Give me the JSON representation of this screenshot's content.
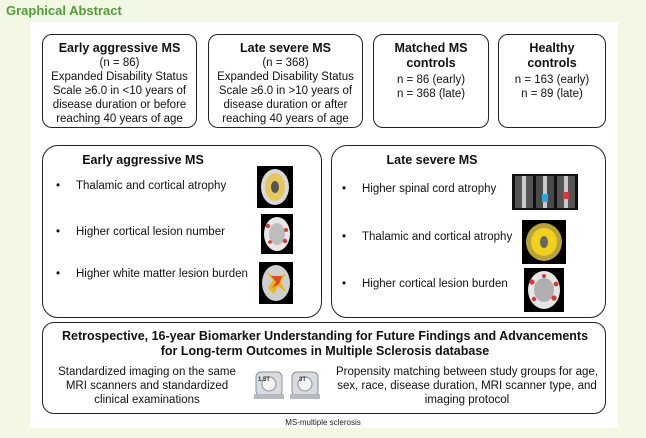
{
  "header": {
    "title": "Graphical Abstract"
  },
  "groups": {
    "early": {
      "title": "Early aggressive MS",
      "n": "(n = 86)",
      "definition": "Expanded Disability Status Scale ≥6.0 in <10 years of disease duration or  before reaching 40 years of age"
    },
    "late": {
      "title": "Late severe MS",
      "n": "(n = 368)",
      "definition": "Expanded Disability Status Scale ≥6.0 in >10 years of disease duration or after reaching 40 years of age"
    },
    "matched": {
      "title": "Matched MS controls",
      "line1": "n = 86 (early)",
      "line2": "n = 368 (late)"
    },
    "healthy": {
      "title": "Healthy controls",
      "line1": "n = 163 (early)",
      "line2": "n = 89 (late)"
    }
  },
  "findings": {
    "early": {
      "title": "Early aggressive MS",
      "items": [
        "Thalamic and cortical  atrophy",
        "Higher cortical lesion number",
        "Higher white matter lesion burden"
      ]
    },
    "late": {
      "title": "Late severe MS",
      "items": [
        "Higher spinal cord atrophy",
        "Thalamic and cortical  atrophy",
        "Higher cortical lesion burden"
      ]
    }
  },
  "database": {
    "title": "Retrospective, 16-year Biomarker Understanding for Future Findings and Advancements for Long-term Outcomes in Multiple Sclerosis database",
    "left_text": "Standardized imaging on the same MRI scanners and standardized clinical examinations",
    "right_text": "Propensity matching between study groups for age, sex, race, disease duration, MRI scanner type, and imaging protocol",
    "scanner_labels": [
      "1.5T",
      "3T"
    ]
  },
  "footnote": "MS-multiple sclerosis",
  "colors": {
    "title_green": "#4f9e36",
    "background": "#f2f8e3"
  },
  "icons": [
    "mri-thalamus-icon",
    "mri-cortical-lesion-icon",
    "mri-white-matter-icon",
    "spinal-cord-mri-icon",
    "mri-scanner-icon"
  ]
}
